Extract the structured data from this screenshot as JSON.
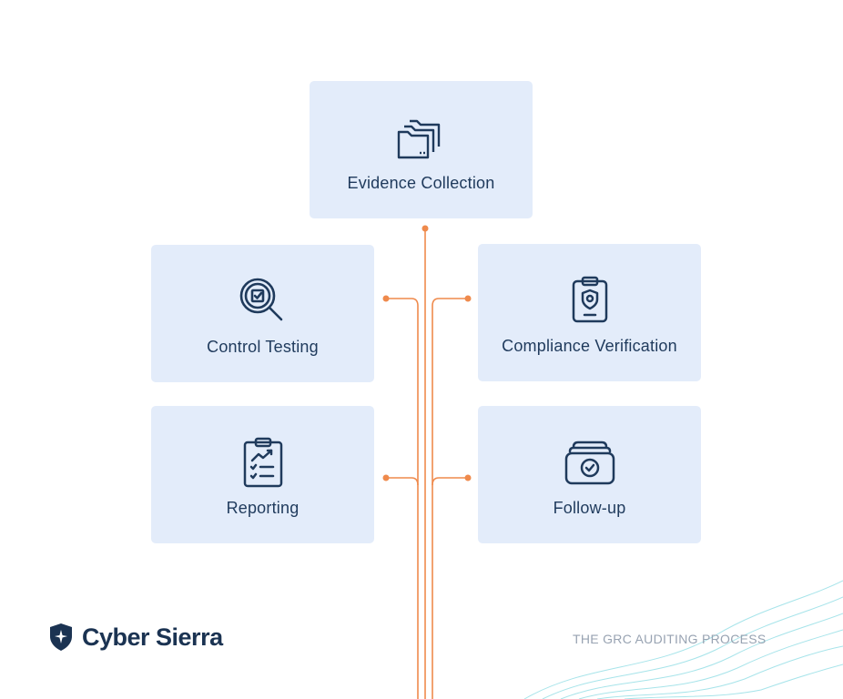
{
  "diagram": {
    "accent_color": "#ef8a4c",
    "card_color": "#e3ecfa",
    "text_color": "#1f3a5c",
    "steps": [
      {
        "label": "Evidence Collection",
        "icon": "folders-icon"
      },
      {
        "label": "Control Testing",
        "icon": "magnifier-check-icon"
      },
      {
        "label": "Compliance Verification",
        "icon": "clipboard-shield-icon"
      },
      {
        "label": "Reporting",
        "icon": "clipboard-chart-icon"
      },
      {
        "label": "Follow-up",
        "icon": "folder-check-icon"
      }
    ]
  },
  "footer": {
    "brand": "Cyber Sierra",
    "title": "THE GRC AUDITING PROCESS"
  }
}
